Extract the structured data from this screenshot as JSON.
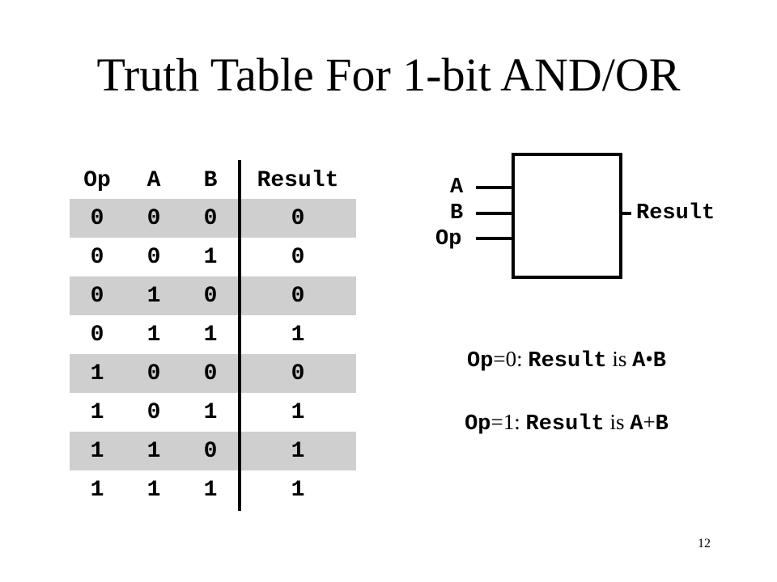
{
  "slide": {
    "title": "Truth Table For 1-bit AND/OR",
    "page_number": "12"
  },
  "truth_table": {
    "headers": [
      "Op",
      "A",
      "B",
      "Result"
    ],
    "rows": [
      [
        "0",
        "0",
        "0",
        "0"
      ],
      [
        "0",
        "0",
        "1",
        "0"
      ],
      [
        "0",
        "1",
        "0",
        "0"
      ],
      [
        "0",
        "1",
        "1",
        "1"
      ],
      [
        "1",
        "0",
        "0",
        "0"
      ],
      [
        "1",
        "0",
        "1",
        "1"
      ],
      [
        "1",
        "1",
        "0",
        "1"
      ],
      [
        "1",
        "1",
        "1",
        "1"
      ]
    ],
    "shaded_row_color": "#cfcfcf"
  },
  "diagram": {
    "inputs": [
      "A",
      "B",
      "Op"
    ],
    "output": "Result"
  },
  "equations": [
    {
      "op_var": "Op",
      "op_val": "=0: ",
      "result_var": "Result",
      "is_text": " is ",
      "left": "A",
      "operator": "•",
      "right": "B"
    },
    {
      "op_var": "Op",
      "op_val": "=1: ",
      "result_var": "Result",
      "is_text": " is ",
      "left": "A",
      "operator": "+",
      "right": "B"
    }
  ]
}
